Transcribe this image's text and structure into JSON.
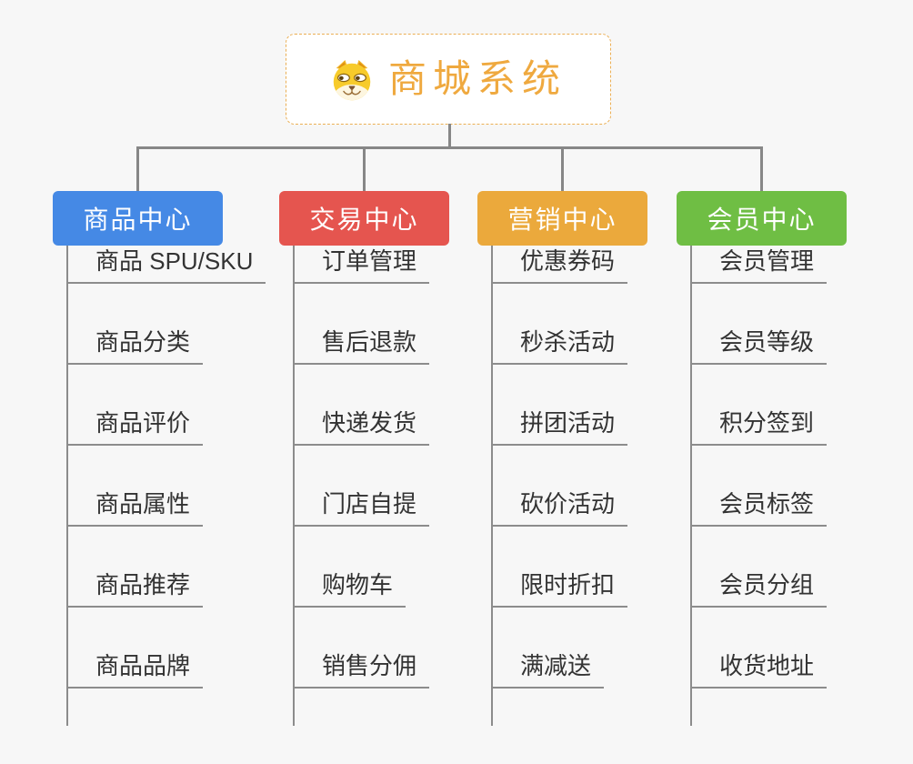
{
  "root": {
    "title": "商城系统",
    "icon": "doge-shiba-icon"
  },
  "colors": {
    "background": "#f7f7f7",
    "root_border": "#ebaf54",
    "root_text": "#efa93f",
    "connector": "#878787",
    "item_text": "#333333",
    "item_line": "#8c8c8c"
  },
  "branches": [
    {
      "label": "商品中心",
      "color": "#4589e5",
      "items": [
        "商品 SPU/SKU",
        "商品分类",
        "商品评价",
        "商品属性",
        "商品推荐",
        "商品品牌"
      ]
    },
    {
      "label": "交易中心",
      "color": "#e5554f",
      "items": [
        "订单管理",
        "售后退款",
        "快递发货",
        "门店自提",
        "购物车",
        "销售分佣"
      ]
    },
    {
      "label": "营销中心",
      "color": "#eba93c",
      "items": [
        "优惠券码",
        "秒杀活动",
        "拼团活动",
        "砍价活动",
        "限时折扣",
        "满减送"
      ]
    },
    {
      "label": "会员中心",
      "color": "#6fbe44",
      "items": [
        "会员管理",
        "会员等级",
        "积分签到",
        "会员标签",
        "会员分组",
        "收货地址"
      ]
    }
  ]
}
